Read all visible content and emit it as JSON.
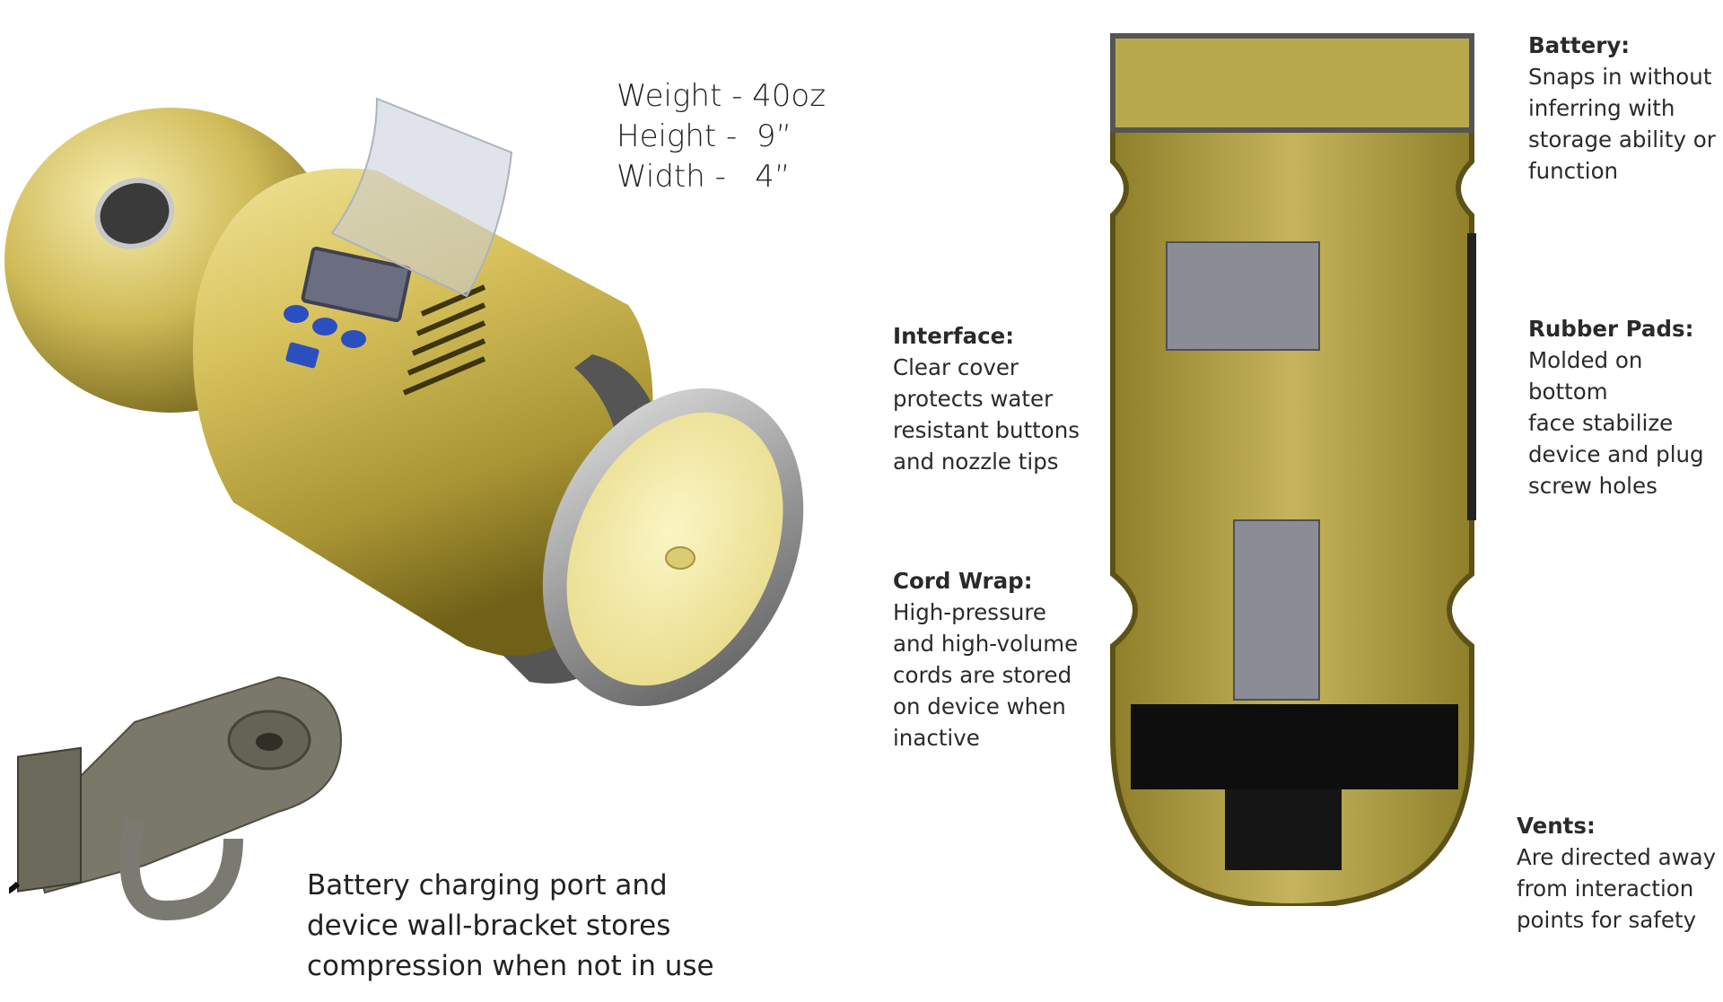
{
  "specs": [
    "Weight - 40oz",
    "Height -  9”",
    "Width -   4”"
  ],
  "caption": [
    "Battery charging port and",
    "device wall-bracket stores",
    "compression when not in use"
  ],
  "annotations": {
    "interface": {
      "heading": "Interface:",
      "lines": [
        "Clear cover",
        "protects water",
        "resistant buttons",
        "and nozzle tips"
      ]
    },
    "cord_wrap": {
      "heading": "Cord Wrap:",
      "lines": [
        "High-pressure",
        "and high-volume",
        "cords are stored",
        "on device when",
        "inactive"
      ]
    },
    "battery": {
      "heading": "Battery:",
      "lines": [
        "Snaps in without",
        "inferring with",
        "storage ability or",
        "function"
      ]
    },
    "rubber_pads": {
      "heading": "Rubber Pads:",
      "lines": [
        "Molded on bottom",
        "face stabilize",
        "device and plug",
        "screw holes"
      ]
    },
    "vents": {
      "heading": "Vents:",
      "lines": [
        "Are directed away",
        "from interaction",
        "points for safety"
      ]
    }
  },
  "colors": {
    "gold": "#c9b655",
    "gold_light": "#f2eaa0",
    "gold_dark": "#8a7a28",
    "gray": "#7d7e86",
    "black": "#111111"
  }
}
